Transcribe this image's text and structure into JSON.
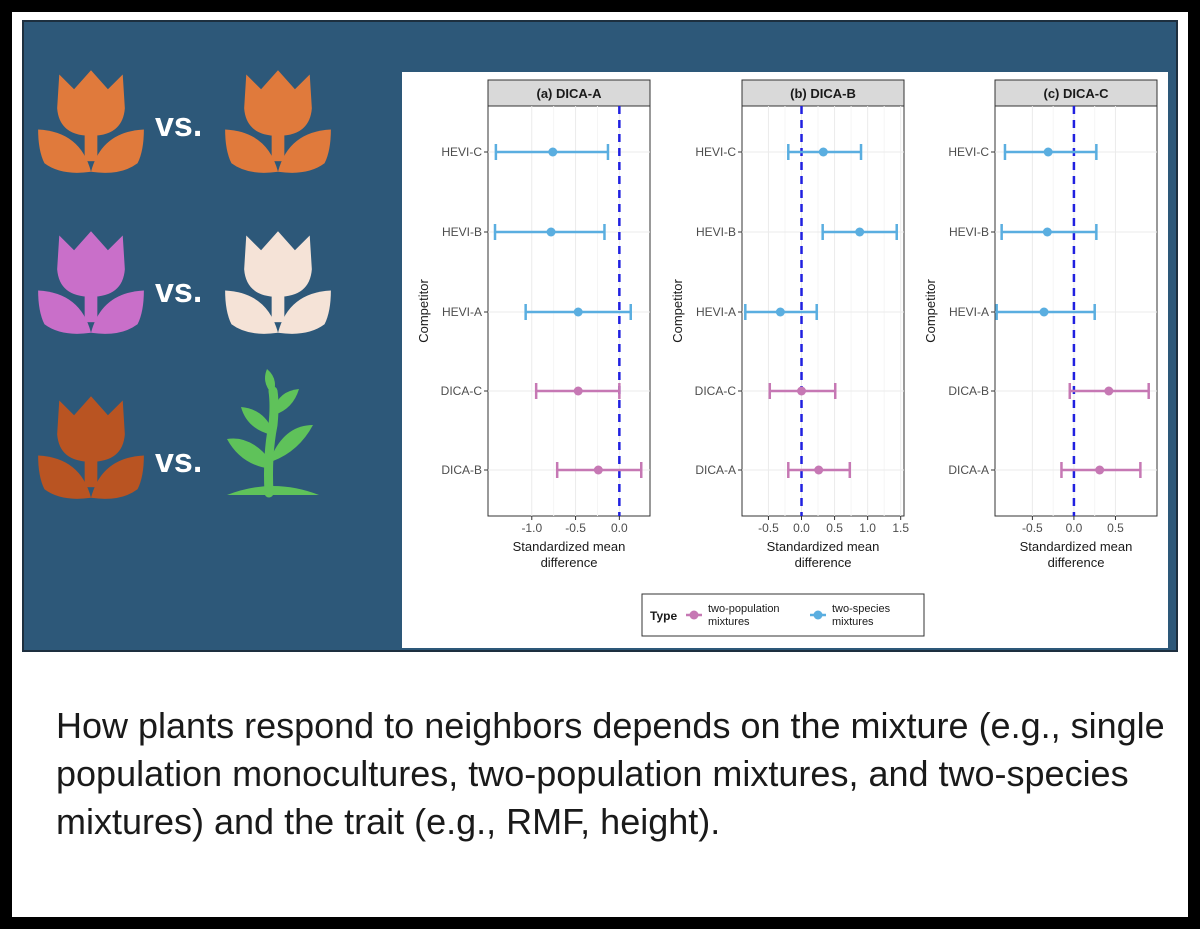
{
  "icons": [
    "orange-tulip-icon",
    "orange-tulip-icon",
    "pink-tulip-icon",
    "cream-tulip-icon",
    "rust-tulip-icon",
    "green-plant-icon"
  ],
  "colors": {
    "panel": "#2d5879",
    "tulip_orange": "#e07a3c",
    "tulip_pink": "#c96fc9",
    "tulip_cream": "#f5e3d7",
    "tulip_rust": "#b95422",
    "plant_green": "#5fc25a",
    "two_population": "#c678b4",
    "two_species": "#5aaee0",
    "zero_line": "#2020e0"
  },
  "figure": {
    "vs_label": "vs.",
    "caption": "How plants respond to neighbors depends on the mixture (e.g., single population monocultures, two-population mixtures, and two-species mixtures) and the trait (e.g., RMF, height)."
  },
  "chart_data": [
    {
      "type": "forest",
      "title": "(a) DICA-A",
      "xlabel": "Standardized mean difference",
      "ylabel": "Competitor",
      "xlim": [
        -1.5,
        0.35
      ],
      "xticks": [
        -1.0,
        -0.5,
        0.0
      ],
      "xtick_labels": [
        "-1.0",
        "-0.5",
        "0.0"
      ],
      "reference_line": 0,
      "categories": [
        "HEVI-C",
        "HEVI-B",
        "HEVI-A",
        "DICA-C",
        "DICA-B"
      ],
      "points": [
        {
          "competitor": "HEVI-C",
          "type": "two-species mixtures",
          "mean": -0.76,
          "lower": -1.41,
          "upper": -0.13
        },
        {
          "competitor": "HEVI-B",
          "type": "two-species mixtures",
          "mean": -0.78,
          "lower": -1.42,
          "upper": -0.17
        },
        {
          "competitor": "HEVI-A",
          "type": "two-species mixtures",
          "mean": -0.47,
          "lower": -1.07,
          "upper": 0.13
        },
        {
          "competitor": "DICA-C",
          "type": "two-population mixtures",
          "mean": -0.47,
          "lower": -0.95,
          "upper": 0.0
        },
        {
          "competitor": "DICA-B",
          "type": "two-population mixtures",
          "mean": -0.24,
          "lower": -0.71,
          "upper": 0.25
        }
      ]
    },
    {
      "type": "forest",
      "title": "(b) DICA-B",
      "xlabel": "Standardized mean difference",
      "ylabel": "Competitor",
      "xlim": [
        -0.9,
        1.55
      ],
      "xticks": [
        -0.5,
        0.0,
        0.5,
        1.0,
        1.5
      ],
      "xtick_labels": [
        "-0.5",
        "0.0",
        "0.5",
        "1.0",
        "1.5"
      ],
      "reference_line": 0,
      "categories": [
        "HEVI-C",
        "HEVI-B",
        "HEVI-A",
        "DICA-C",
        "DICA-A"
      ],
      "points": [
        {
          "competitor": "HEVI-C",
          "type": "two-species mixtures",
          "mean": 0.33,
          "lower": -0.2,
          "upper": 0.9
        },
        {
          "competitor": "HEVI-B",
          "type": "two-species mixtures",
          "mean": 0.88,
          "lower": 0.32,
          "upper": 1.44
        },
        {
          "competitor": "HEVI-A",
          "type": "two-species mixtures",
          "mean": -0.32,
          "lower": -0.85,
          "upper": 0.23
        },
        {
          "competitor": "DICA-C",
          "type": "two-population mixtures",
          "mean": 0.0,
          "lower": -0.48,
          "upper": 0.51
        },
        {
          "competitor": "DICA-A",
          "type": "two-population mixtures",
          "mean": 0.26,
          "lower": -0.2,
          "upper": 0.73
        }
      ]
    },
    {
      "type": "forest",
      "title": "(c) DICA-C",
      "xlabel": "Standardized mean difference",
      "ylabel": "Competitor",
      "xlim": [
        -0.95,
        1.0
      ],
      "xticks": [
        -0.5,
        0.0,
        0.5
      ],
      "xtick_labels": [
        "-0.5",
        "0.0",
        "0.5"
      ],
      "reference_line": 0,
      "categories": [
        "HEVI-C",
        "HEVI-B",
        "HEVI-A",
        "DICA-B",
        "DICA-A"
      ],
      "points": [
        {
          "competitor": "HEVI-C",
          "type": "two-species mixtures",
          "mean": -0.31,
          "lower": -0.83,
          "upper": 0.27
        },
        {
          "competitor": "HEVI-B",
          "type": "two-species mixtures",
          "mean": -0.32,
          "lower": -0.87,
          "upper": 0.27
        },
        {
          "competitor": "HEVI-A",
          "type": "two-species mixtures",
          "mean": -0.36,
          "lower": -0.93,
          "upper": 0.25
        },
        {
          "competitor": "DICA-B",
          "type": "two-population mixtures",
          "mean": 0.42,
          "lower": -0.05,
          "upper": 0.9
        },
        {
          "competitor": "DICA-A",
          "type": "two-population mixtures",
          "mean": 0.31,
          "lower": -0.15,
          "upper": 0.8
        }
      ]
    }
  ],
  "legend": {
    "title": "Type",
    "position": "bottom",
    "items": [
      {
        "line1": "two-population",
        "line2": "mixtures",
        "type": "two-population mixtures"
      },
      {
        "line1": "two-species",
        "line2": "mixtures",
        "type": "two-species mixtures"
      }
    ]
  }
}
